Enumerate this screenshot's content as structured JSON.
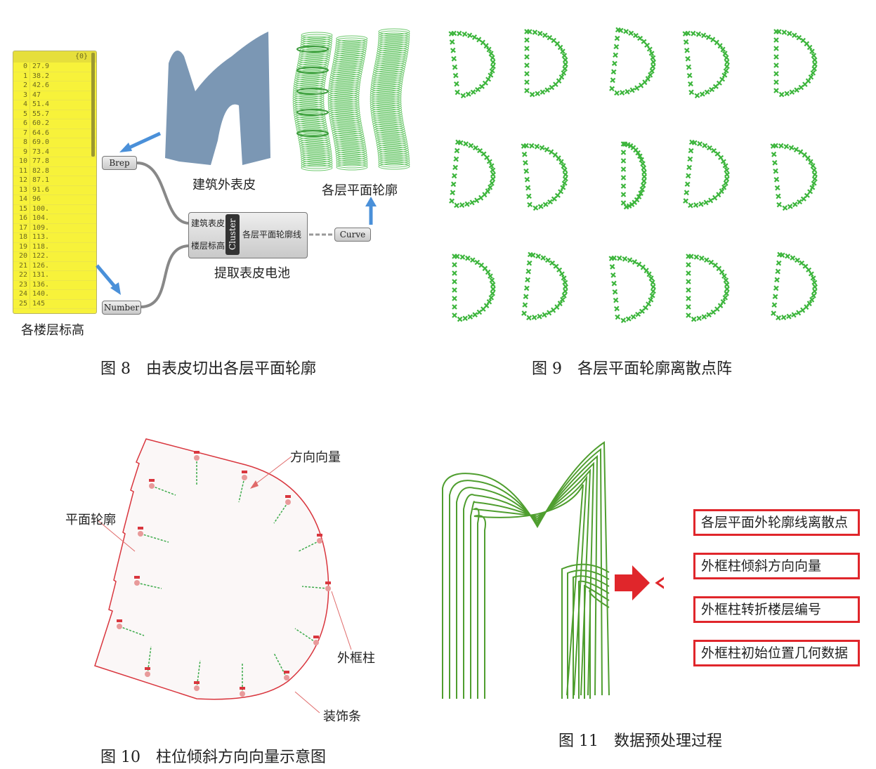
{
  "fig8": {
    "panel_header": "{0}",
    "panel_rows": [
      [
        "0",
        "27.9"
      ],
      [
        "1",
        "38.2"
      ],
      [
        "2",
        "42.6"
      ],
      [
        "3",
        "47"
      ],
      [
        "4",
        "51.4"
      ],
      [
        "5",
        "55.7"
      ],
      [
        "6",
        "60.2"
      ],
      [
        "7",
        "64.6"
      ],
      [
        "8",
        "69.0"
      ],
      [
        "9",
        "73.4"
      ],
      [
        "10",
        "77.8"
      ],
      [
        "11",
        "82.8"
      ],
      [
        "12",
        "87.1"
      ],
      [
        "13",
        "91.6"
      ],
      [
        "14",
        "96"
      ],
      [
        "15",
        "100."
      ],
      [
        "16",
        "104."
      ],
      [
        "17",
        "109."
      ],
      [
        "18",
        "113."
      ],
      [
        "19",
        "118."
      ],
      [
        "20",
        "122."
      ],
      [
        "21",
        "126."
      ],
      [
        "22",
        "131."
      ],
      [
        "23",
        "136."
      ],
      [
        "24",
        "140."
      ],
      [
        "25",
        "145"
      ]
    ],
    "brep": "Brep",
    "number": "Number",
    "curve": "Curve",
    "cluster": "Cluster",
    "in1": "建筑表皮",
    "in2": "楼层标高",
    "out": "各层平面轮廓线",
    "label_skin": "建筑外表皮",
    "label_contours": "各层平面轮廓",
    "label_cluster": "提取表皮电池",
    "label_levels": "各楼层标高",
    "caption": "图 8　由表皮切出各层平面轮廓"
  },
  "fig9": {
    "caption": "图 9　各层平面轮廓离散点阵",
    "point_color": "#3cb53c"
  },
  "fig10": {
    "label_vector": "方向向量",
    "label_outline": "平面轮廓",
    "label_column": "外框柱",
    "label_strip": "装饰条",
    "caption": "图 10　柱位倾斜方向向量示意图",
    "outline_color": "#d9363e"
  },
  "fig11": {
    "items": [
      "各层平面外轮廓线离散点",
      "外框柱倾斜方向向量",
      "外框柱转折楼层编号",
      "外框柱初始位置几何数据"
    ],
    "caption": "图 11　数据预处理过程",
    "accent": "#e0262b"
  }
}
